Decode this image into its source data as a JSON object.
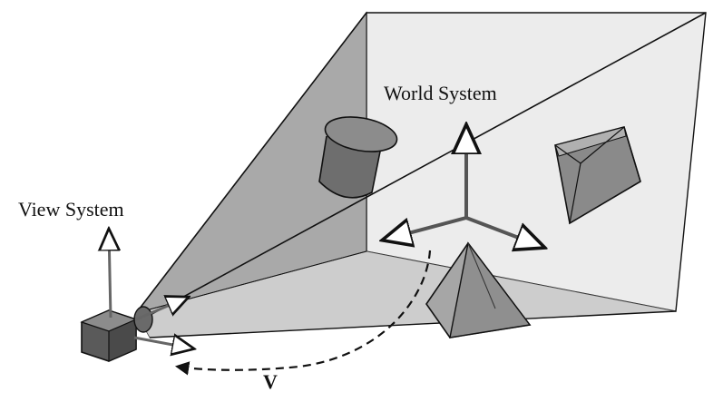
{
  "labels": {
    "world_system": "World System",
    "view_system": "View System",
    "v": "V"
  },
  "colors": {
    "background": "#ffffff",
    "stroke": "#111111",
    "wall_light": "#ededed",
    "frustum_side": "#a8a8a8",
    "floor": "#cfcfcf",
    "cylinder": "#6e6e6e",
    "cube_front": "#8a8a8a",
    "pyramid": "#a0a0a0",
    "arrow_gray": "#7a7a7a"
  },
  "icons": [
    "camera-icon",
    "cylinder-icon",
    "cube-icon",
    "pyramid-icon"
  ]
}
